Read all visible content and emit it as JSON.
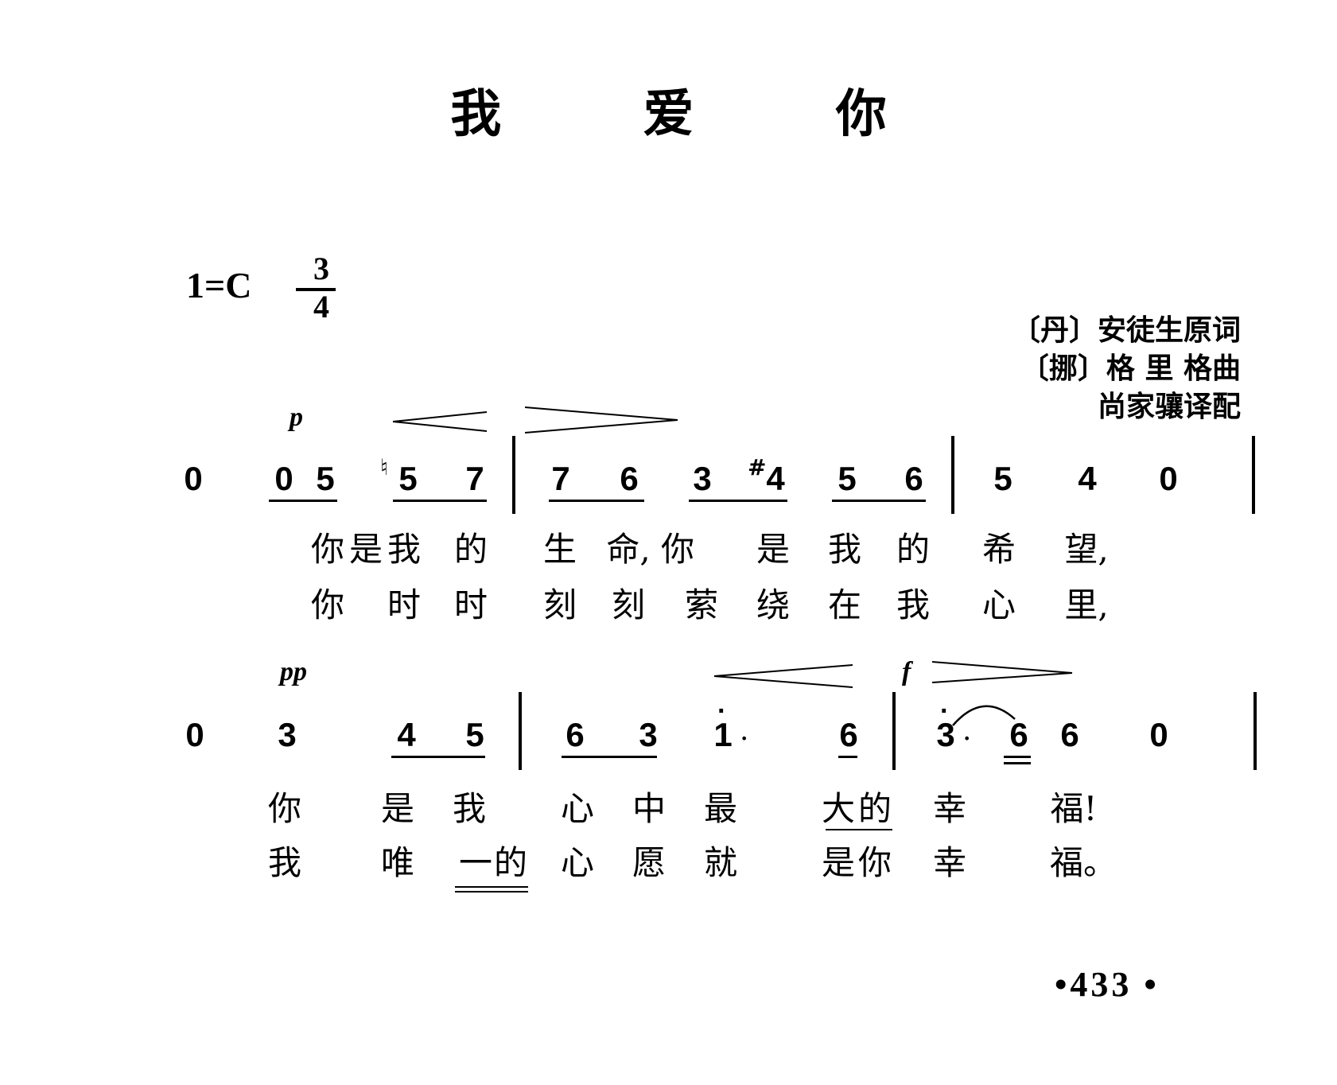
{
  "title": "我 爱 你",
  "key_signature": {
    "key": "1=C",
    "time_numerator": "3",
    "time_denominator": "4"
  },
  "credits": [
    "〔丹〕安徒生原词",
    "〔挪〕格 里 格曲",
    "尚家骧译配"
  ],
  "line1": {
    "dynamic": "p",
    "notes": [
      "0",
      "0",
      "5",
      "5",
      "7",
      "7",
      "6",
      "3",
      "4",
      "5",
      "6",
      "5",
      "4",
      "0"
    ],
    "accidentals": [
      "♮",
      "#"
    ],
    "lyrics_verse1": [
      "你",
      "是",
      "我",
      "的",
      "生",
      "命,",
      "你",
      "是",
      "我",
      "的",
      "希",
      "望,"
    ],
    "lyrics_verse2": [
      "你",
      "时",
      "时",
      "刻",
      "刻",
      "萦",
      "绕",
      "在",
      "我",
      "心",
      "里,"
    ]
  },
  "line2": {
    "dynamic_start": "pp",
    "dynamic_forte": "f",
    "notes": [
      "0",
      "3",
      "4",
      "5",
      "6",
      "3",
      "1",
      "6",
      "3",
      "6",
      "6",
      "0"
    ],
    "lyrics_verse1": [
      "你",
      "是",
      "我",
      "心",
      "中",
      "最",
      "大",
      "的",
      "幸",
      "福!"
    ],
    "lyrics_verse2": [
      "我",
      "唯",
      "一",
      "的",
      "心",
      "愿",
      "就",
      "是",
      "你",
      "幸",
      "福。"
    ]
  },
  "page_number": "•433 •"
}
